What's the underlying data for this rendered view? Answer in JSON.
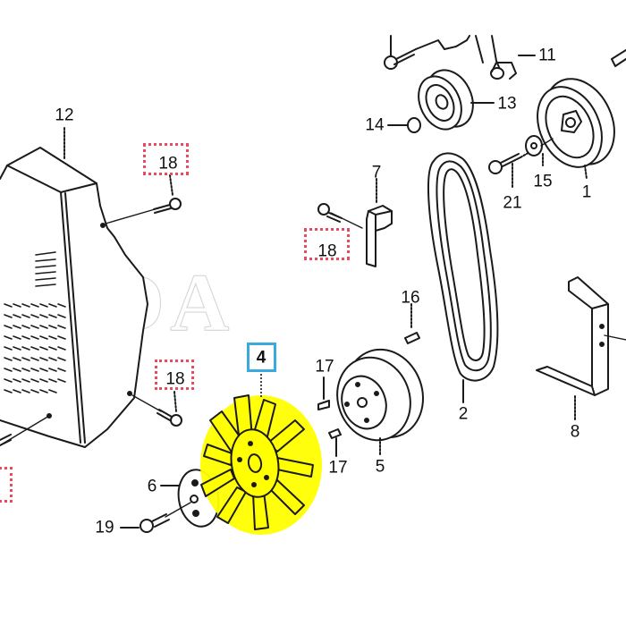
{
  "diagram": {
    "watermark": "HONDA",
    "highlight_color": "#ffff00",
    "reference_box_color": "#e84a5f",
    "selected_box_color": "#3aa9e0",
    "selected_part": "4",
    "callouts": [
      {
        "id": "1",
        "label": "1",
        "part": "drive-pulley"
      },
      {
        "id": "2",
        "label": "2",
        "part": "v-belt"
      },
      {
        "id": "4",
        "label": "4",
        "part": "cooling-fan",
        "selected": true
      },
      {
        "id": "5",
        "label": "5",
        "part": "fan-pulley"
      },
      {
        "id": "6",
        "label": "6",
        "part": "fan-plate"
      },
      {
        "id": "7",
        "label": "7",
        "part": "belt-guide-bracket"
      },
      {
        "id": "8",
        "label": "8",
        "part": "belt-stopper-bracket"
      },
      {
        "id": "11",
        "label": "11",
        "part": "tension-arm"
      },
      {
        "id": "12",
        "label": "12",
        "part": "belt-cover"
      },
      {
        "id": "13",
        "label": "13",
        "part": "tension-pulley"
      },
      {
        "id": "14",
        "label": "14",
        "part": "nut"
      },
      {
        "id": "15",
        "label": "15",
        "part": "washer"
      },
      {
        "id": "16",
        "label": "16",
        "part": "key"
      },
      {
        "id": "17a",
        "label": "17",
        "part": "pin"
      },
      {
        "id": "17b",
        "label": "17",
        "part": "pin"
      },
      {
        "id": "18a",
        "label": "18",
        "part": "flange-bolt",
        "reference": true
      },
      {
        "id": "18b",
        "label": "18",
        "part": "flange-bolt",
        "reference": true
      },
      {
        "id": "18c",
        "label": "18",
        "part": "flange-bolt",
        "reference": true
      },
      {
        "id": "19",
        "label": "19",
        "part": "flange-bolt"
      },
      {
        "id": "21",
        "label": "21",
        "part": "flange-bolt"
      }
    ]
  }
}
